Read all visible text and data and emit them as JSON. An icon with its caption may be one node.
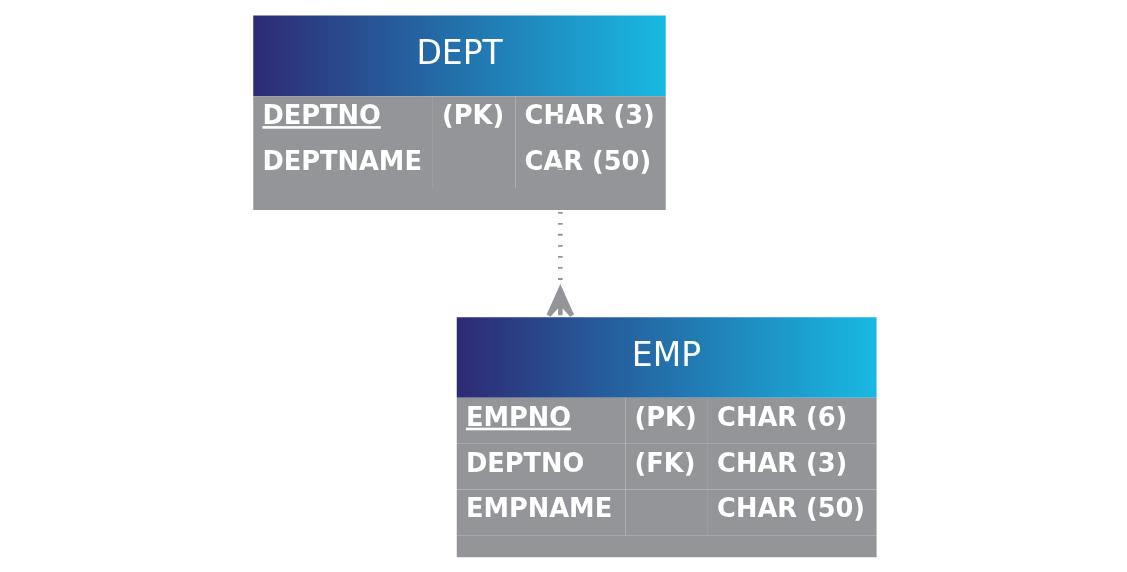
{
  "diagram": {
    "nodes": [
      {
        "text": [
          "DEPT",
          "DEPTNO",
          "(PK)",
          "CHAR (3)",
          "DEPTNAME",
          "CAR (50)"
        ]
      },
      {
        "text": [
          "EMP",
          "EMPNO",
          "(PK)",
          "CHAR (6)",
          "DEPTNO",
          "(FK)",
          "CHAR (3)",
          "EMPNAME",
          "CHAR (50)"
        ]
      }
    ],
    "edges": [
      {
        "from": 0,
        "to": 1,
        "arrow": "other",
        "style": "dashed"
      }
    ]
  }
}
